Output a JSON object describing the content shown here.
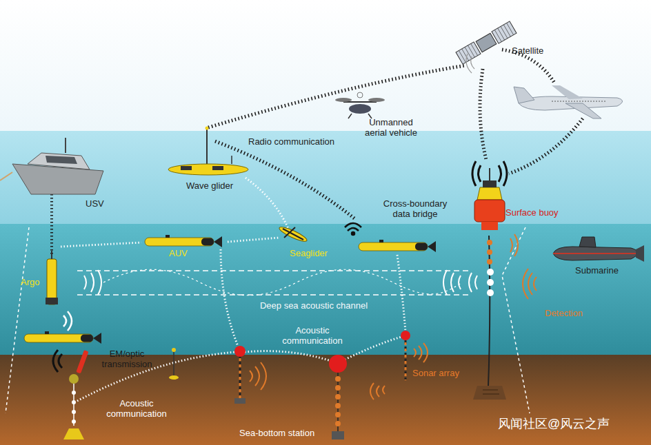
{
  "diagram": {
    "labels": [
      "Satellite",
      "Unmanned aerial vehicle",
      "Radio communication",
      "Wave glider",
      "USV",
      "Cross-boundary data bridge",
      "Surface buoy",
      "AUV",
      "Seaglider",
      "Submarine",
      "Argo",
      "Deep sea acoustic channel",
      "Detection",
      "Acoustic communication",
      "EM/optic transmission",
      "Sonar array",
      "Acoustic communication",
      "Sea-bottom station",
      "风闻社区@风云之声"
    ]
  }
}
